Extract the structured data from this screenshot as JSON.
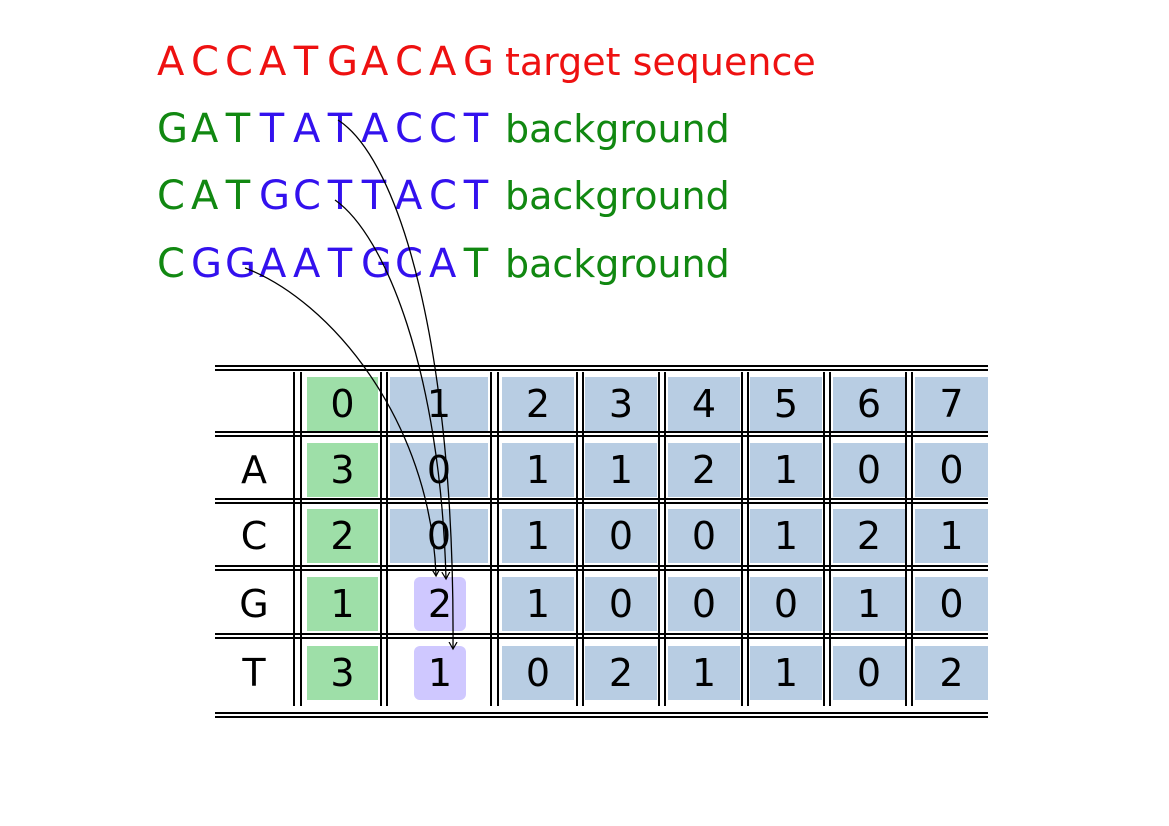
{
  "colors": {
    "target": "#ee1111",
    "background": "#118811",
    "motif": "#3311ee",
    "col0_fill": "#9edfa8",
    "cell_fill": "#b8cde3",
    "highlight_fill": "#cfc8ff"
  },
  "sequences": [
    {
      "label": "target sequence",
      "label_color": "#ee1111",
      "bases": [
        {
          "b": "A",
          "c": "#ee1111"
        },
        {
          "b": "C",
          "c": "#ee1111"
        },
        {
          "b": "C",
          "c": "#ee1111"
        },
        {
          "b": "A",
          "c": "#ee1111"
        },
        {
          "b": "T",
          "c": "#ee1111"
        },
        {
          "b": "G",
          "c": "#ee1111"
        },
        {
          "b": "A",
          "c": "#ee1111"
        },
        {
          "b": "C",
          "c": "#ee1111"
        },
        {
          "b": "A",
          "c": "#ee1111"
        },
        {
          "b": "G",
          "c": "#ee1111"
        }
      ]
    },
    {
      "label": "background",
      "label_color": "#118811",
      "bases": [
        {
          "b": "G",
          "c": "#118811"
        },
        {
          "b": "A",
          "c": "#118811"
        },
        {
          "b": "T",
          "c": "#118811"
        },
        {
          "b": "T",
          "c": "#3311ee"
        },
        {
          "b": "A",
          "c": "#3311ee"
        },
        {
          "b": "T",
          "c": "#3311ee"
        },
        {
          "b": "A",
          "c": "#3311ee"
        },
        {
          "b": "C",
          "c": "#3311ee"
        },
        {
          "b": "C",
          "c": "#3311ee"
        },
        {
          "b": "T",
          "c": "#3311ee"
        }
      ]
    },
    {
      "label": "background",
      "label_color": "#118811",
      "bases": [
        {
          "b": "C",
          "c": "#118811"
        },
        {
          "b": "A",
          "c": "#118811"
        },
        {
          "b": "T",
          "c": "#118811"
        },
        {
          "b": "G",
          "c": "#3311ee"
        },
        {
          "b": "C",
          "c": "#3311ee"
        },
        {
          "b": "T",
          "c": "#3311ee"
        },
        {
          "b": "T",
          "c": "#3311ee"
        },
        {
          "b": "A",
          "c": "#3311ee"
        },
        {
          "b": "C",
          "c": "#3311ee"
        },
        {
          "b": "T",
          "c": "#3311ee"
        }
      ]
    },
    {
      "label": "background",
      "label_color": "#118811",
      "bases": [
        {
          "b": "C",
          "c": "#118811"
        },
        {
          "b": "G",
          "c": "#3311ee"
        },
        {
          "b": "G",
          "c": "#3311ee"
        },
        {
          "b": "A",
          "c": "#3311ee"
        },
        {
          "b": "A",
          "c": "#3311ee"
        },
        {
          "b": "T",
          "c": "#3311ee"
        },
        {
          "b": "G",
          "c": "#3311ee"
        },
        {
          "b": "C",
          "c": "#3311ee"
        },
        {
          "b": "A",
          "c": "#3311ee"
        },
        {
          "b": "T",
          "c": "#118811"
        }
      ]
    }
  ],
  "table": {
    "columns": [
      "0",
      "1",
      "2",
      "3",
      "4",
      "5",
      "6",
      "7"
    ],
    "rows": [
      {
        "label": "A",
        "values": [
          "3",
          "0",
          "1",
          "1",
          "2",
          "1",
          "0",
          "0"
        ]
      },
      {
        "label": "C",
        "values": [
          "2",
          "0",
          "1",
          "0",
          "0",
          "1",
          "2",
          "1"
        ]
      },
      {
        "label": "G",
        "values": [
          "1",
          "2",
          "1",
          "0",
          "0",
          "0",
          "1",
          "0"
        ]
      },
      {
        "label": "T",
        "values": [
          "3",
          "1",
          "0",
          "2",
          "1",
          "1",
          "0",
          "2"
        ]
      }
    ],
    "highlighted_cells": [
      {
        "row": "G",
        "column": "1"
      },
      {
        "row": "T",
        "column": "1"
      }
    ]
  }
}
